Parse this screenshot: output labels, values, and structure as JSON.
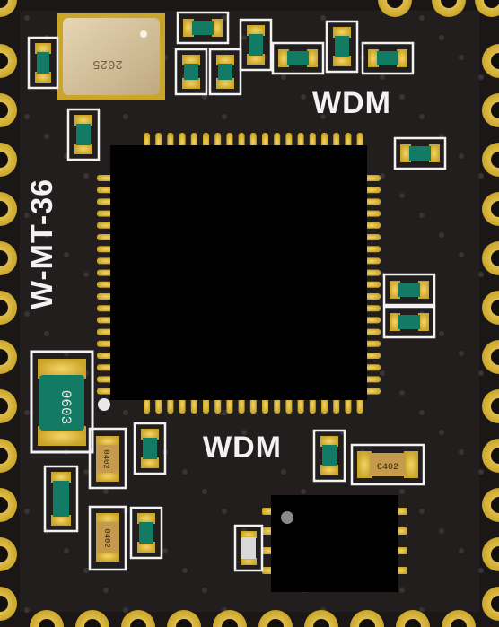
{
  "board": {
    "model_label": "W-MT-36",
    "brand_label_top": "WDM",
    "brand_label_bottom": "WDM"
  },
  "components": {
    "crystal_marking": "2025",
    "inductor_marking": "0603",
    "cap_marking_1": "0402",
    "cap_marking_2": "0402",
    "cap_marking_3": "C402"
  },
  "colors": {
    "pcb": "#1b1717",
    "gold": "#e4c23c",
    "chip": "#000000",
    "silk": "#f2f2f2",
    "teal": "#137a63"
  }
}
